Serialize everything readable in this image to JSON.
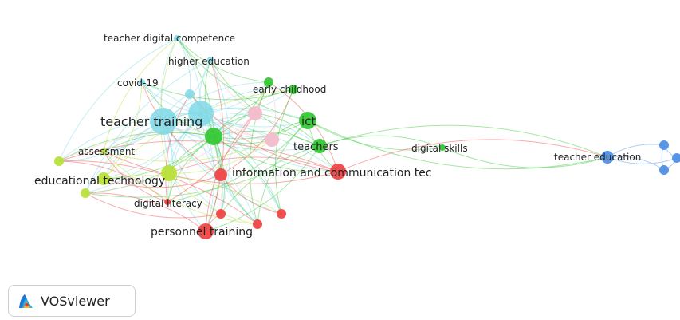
{
  "network": {
    "nodes": [
      {
        "id": "teacher_digital_competence",
        "label": "teacher digital competence",
        "cluster": "cyan"
      },
      {
        "id": "higher_education",
        "label": "higher education",
        "cluster": "cyan"
      },
      {
        "id": "covid19",
        "label": "covid-19",
        "cluster": "cyan"
      },
      {
        "id": "teacher_training",
        "label": "teacher training",
        "cluster": "cyan"
      },
      {
        "id": "early_childhood",
        "label": "early childhood",
        "cluster": "green"
      },
      {
        "id": "ict",
        "label": "ict",
        "cluster": "green"
      },
      {
        "id": "teachers",
        "label": "teachers",
        "cluster": "green"
      },
      {
        "id": "digital_skills",
        "label": "digital skills",
        "cluster": "green"
      },
      {
        "id": "assessment",
        "label": "assessment",
        "cluster": "yellow"
      },
      {
        "id": "educational_technology",
        "label": "educational technology",
        "cluster": "yellow"
      },
      {
        "id": "information_communication",
        "label": "information and communication tec",
        "cluster": "red"
      },
      {
        "id": "digital_literacy",
        "label": "digital literacy",
        "cluster": "red"
      },
      {
        "id": "personnel_training",
        "label": "personnel training",
        "cluster": "red"
      },
      {
        "id": "teacher_education",
        "label": "teacher education",
        "cluster": "blue"
      }
    ],
    "colors": {
      "cyan": "#7fd8e6",
      "green": "#37c837",
      "yellow": "#b8e03a",
      "red": "#ef4646",
      "pink": "#f2bccb",
      "blue": "#4f8fe6"
    }
  },
  "brand": {
    "name": "VOSviewer",
    "icon": "vosviewer-logo-icon"
  }
}
